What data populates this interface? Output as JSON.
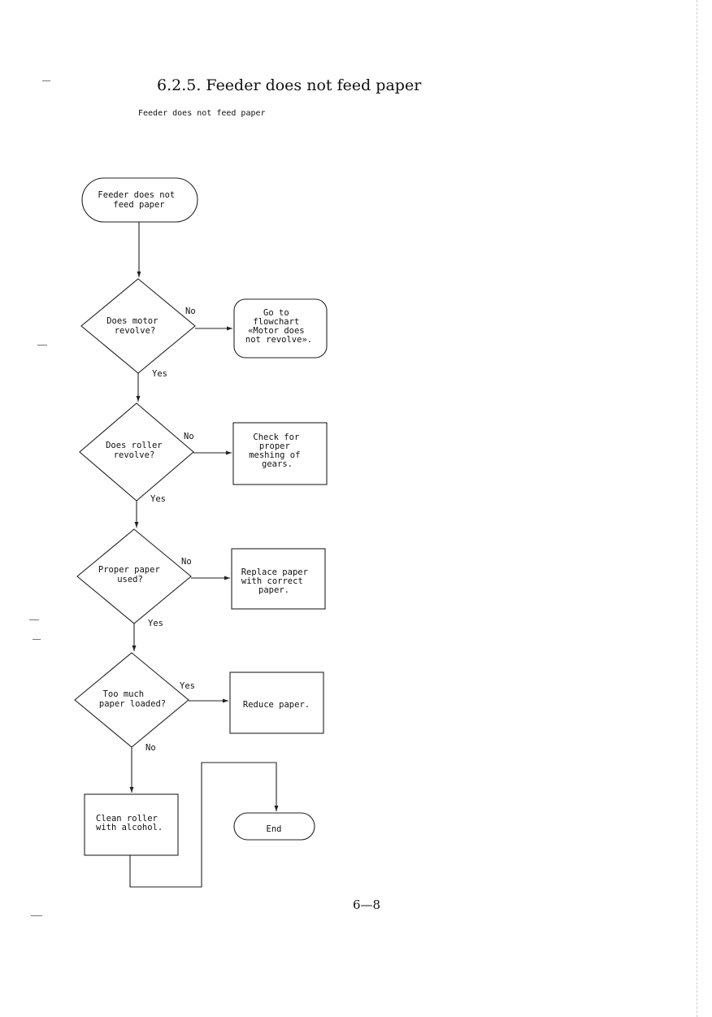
{
  "page": {
    "section_heading": "6.2.5.  Feeder does not feed paper",
    "subheading": "Feeder does not feed paper",
    "page_number": "6—8"
  },
  "flowchart": {
    "start": [
      "Feeder does not",
      "feed paper"
    ],
    "decision_motor": [
      "Does motor",
      "revolve?"
    ],
    "decision_roller": [
      "Does roller",
      "revolve?"
    ],
    "decision_paper": [
      "Proper paper",
      "used?"
    ],
    "decision_load": [
      "Too much",
      "paper loaded?"
    ],
    "action_goto": [
      "Go to",
      "flowchart",
      "«Motor does",
      "not revolve»."
    ],
    "action_gears": [
      "Check for",
      "proper",
      "meshing of",
      "gears."
    ],
    "action_replace": [
      "Replace paper",
      "with correct",
      "paper."
    ],
    "action_reduce": [
      "Reduce paper."
    ],
    "action_clean": [
      "Clean roller",
      "with alcohol."
    ],
    "end": [
      "End"
    ],
    "branch_labels": {
      "motor_no": "No",
      "motor_yes": "Yes",
      "roller_no": "No",
      "roller_yes": "Yes",
      "paper_no": "No",
      "paper_yes": "Yes",
      "load_yes": "Yes",
      "load_no": "No"
    }
  }
}
